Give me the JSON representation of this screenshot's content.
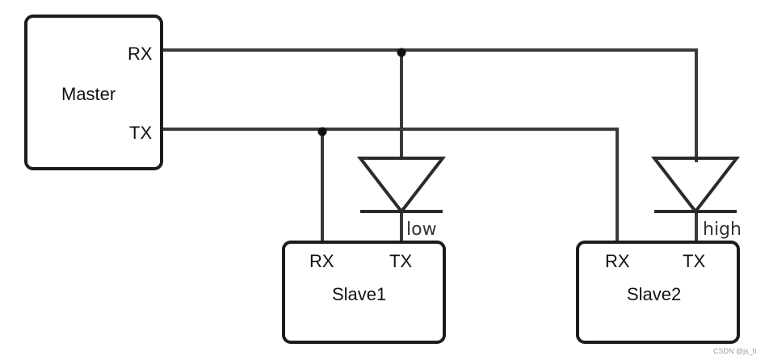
{
  "master": {
    "label": "Master",
    "rx_label": "RX",
    "tx_label": "TX"
  },
  "slave1": {
    "label": "Slave1",
    "rx_label": "RX",
    "tx_label": "TX"
  },
  "slave2": {
    "label": "Slave2",
    "rx_label": "RX",
    "tx_label": "TX"
  },
  "diode1": {
    "label": "low"
  },
  "diode2": {
    "label": "high"
  },
  "watermark": "CSDN @js_h"
}
